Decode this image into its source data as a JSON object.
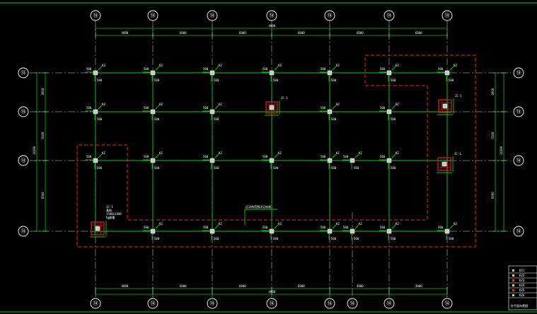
{
  "colors": {
    "background": "#000000",
    "grid_green": "#00d200",
    "axis_white": "#ffffff",
    "zone_red": "#ff2020",
    "footing_red": "#e02020"
  },
  "axes_top": [
    "⑭",
    "⑭",
    "⑭",
    "⑭",
    "⑭",
    "⑭",
    "⑭"
  ],
  "axes_bottom": [
    "⑭",
    "⑭",
    "⑭",
    "⑭",
    "⑭",
    "⑭",
    "⑭",
    "⑭"
  ],
  "axes_left": [
    "⑭",
    "⑭",
    "⑭",
    "⑭"
  ],
  "axes_right": [
    "⑭",
    "⑭",
    "⑭",
    "⑭"
  ],
  "dim_top_total": "4800",
  "dim_top_segments": [
    "4800",
    "6000",
    "6000",
    "6000",
    "6000",
    "6000"
  ],
  "dim_bottom_total": "4800",
  "dim_bottom_segments": [
    "4800",
    "6000",
    "6000",
    "6000",
    "4800",
    "4800"
  ],
  "dim_left": [
    "3000",
    "5100",
    "6000"
  ],
  "dim_left_total": "14100",
  "dim_right": [
    "3000",
    "5100",
    "6000"
  ],
  "dim_right_total": "14100",
  "column_tag": "KZ",
  "column_dims": [
    "500",
    "500"
  ],
  "footing_note": [
    "JC-1",
    "基础",
    "1500x1500",
    "h=600"
  ],
  "center_note": "后浇带范围详见结施",
  "legend": {
    "rows": [
      "KZ1",
      "KZ2",
      "KZ3",
      "KZ4",
      "KZ5",
      "KZ6"
    ],
    "caption": "柱平面布置图"
  }
}
